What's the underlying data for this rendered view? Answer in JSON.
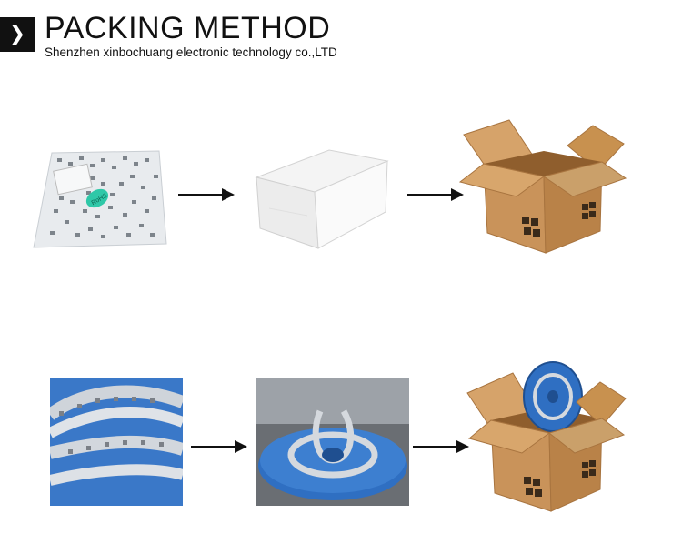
{
  "header": {
    "icon": "chevron-right-icon",
    "title": "PACKING METHOD",
    "subtitle": "Shenzhen xinbochuang electronic technology co.,LTD"
  },
  "bag": {
    "label": "RoHS"
  },
  "colors": {
    "cardboard": "#c9935a",
    "cardboard_dark": "#a8743f",
    "reel_blue": "#2f6fc2",
    "tape": "#d9dde3",
    "arrow": "#111111"
  }
}
